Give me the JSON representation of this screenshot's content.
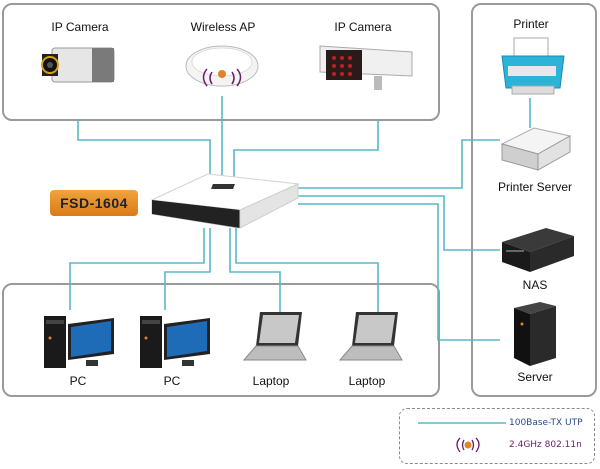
{
  "switch": {
    "model": "FSD-1604"
  },
  "top_devices": [
    {
      "label": "IP Camera",
      "icon": "ip-camera-icon"
    },
    {
      "label": "Wireless AP",
      "icon": "wireless-ap-icon"
    },
    {
      "label": "IP Camera",
      "icon": "bullet-camera-icon"
    }
  ],
  "right_devices": [
    {
      "label": "Printer",
      "icon": "printer-icon"
    },
    {
      "label": "Printer Server",
      "icon": "print-server-icon"
    },
    {
      "label": "NAS",
      "icon": "nas-icon"
    },
    {
      "label": "Server",
      "icon": "server-icon"
    }
  ],
  "bottom_devices": [
    {
      "label": "PC",
      "icon": "pc-icon"
    },
    {
      "label": "PC",
      "icon": "pc-icon"
    },
    {
      "label": "Laptop",
      "icon": "laptop-icon"
    },
    {
      "label": "Laptop",
      "icon": "laptop-icon"
    }
  ],
  "legend": {
    "wired": "100Base-TX UTP",
    "wireless": "2.4GHz 802.11n"
  },
  "colors": {
    "cable": "#5ab8c8",
    "panel_border": "#9a9a9a",
    "badge": "#e8902a",
    "wireless_text": "#6a1e6a"
  }
}
